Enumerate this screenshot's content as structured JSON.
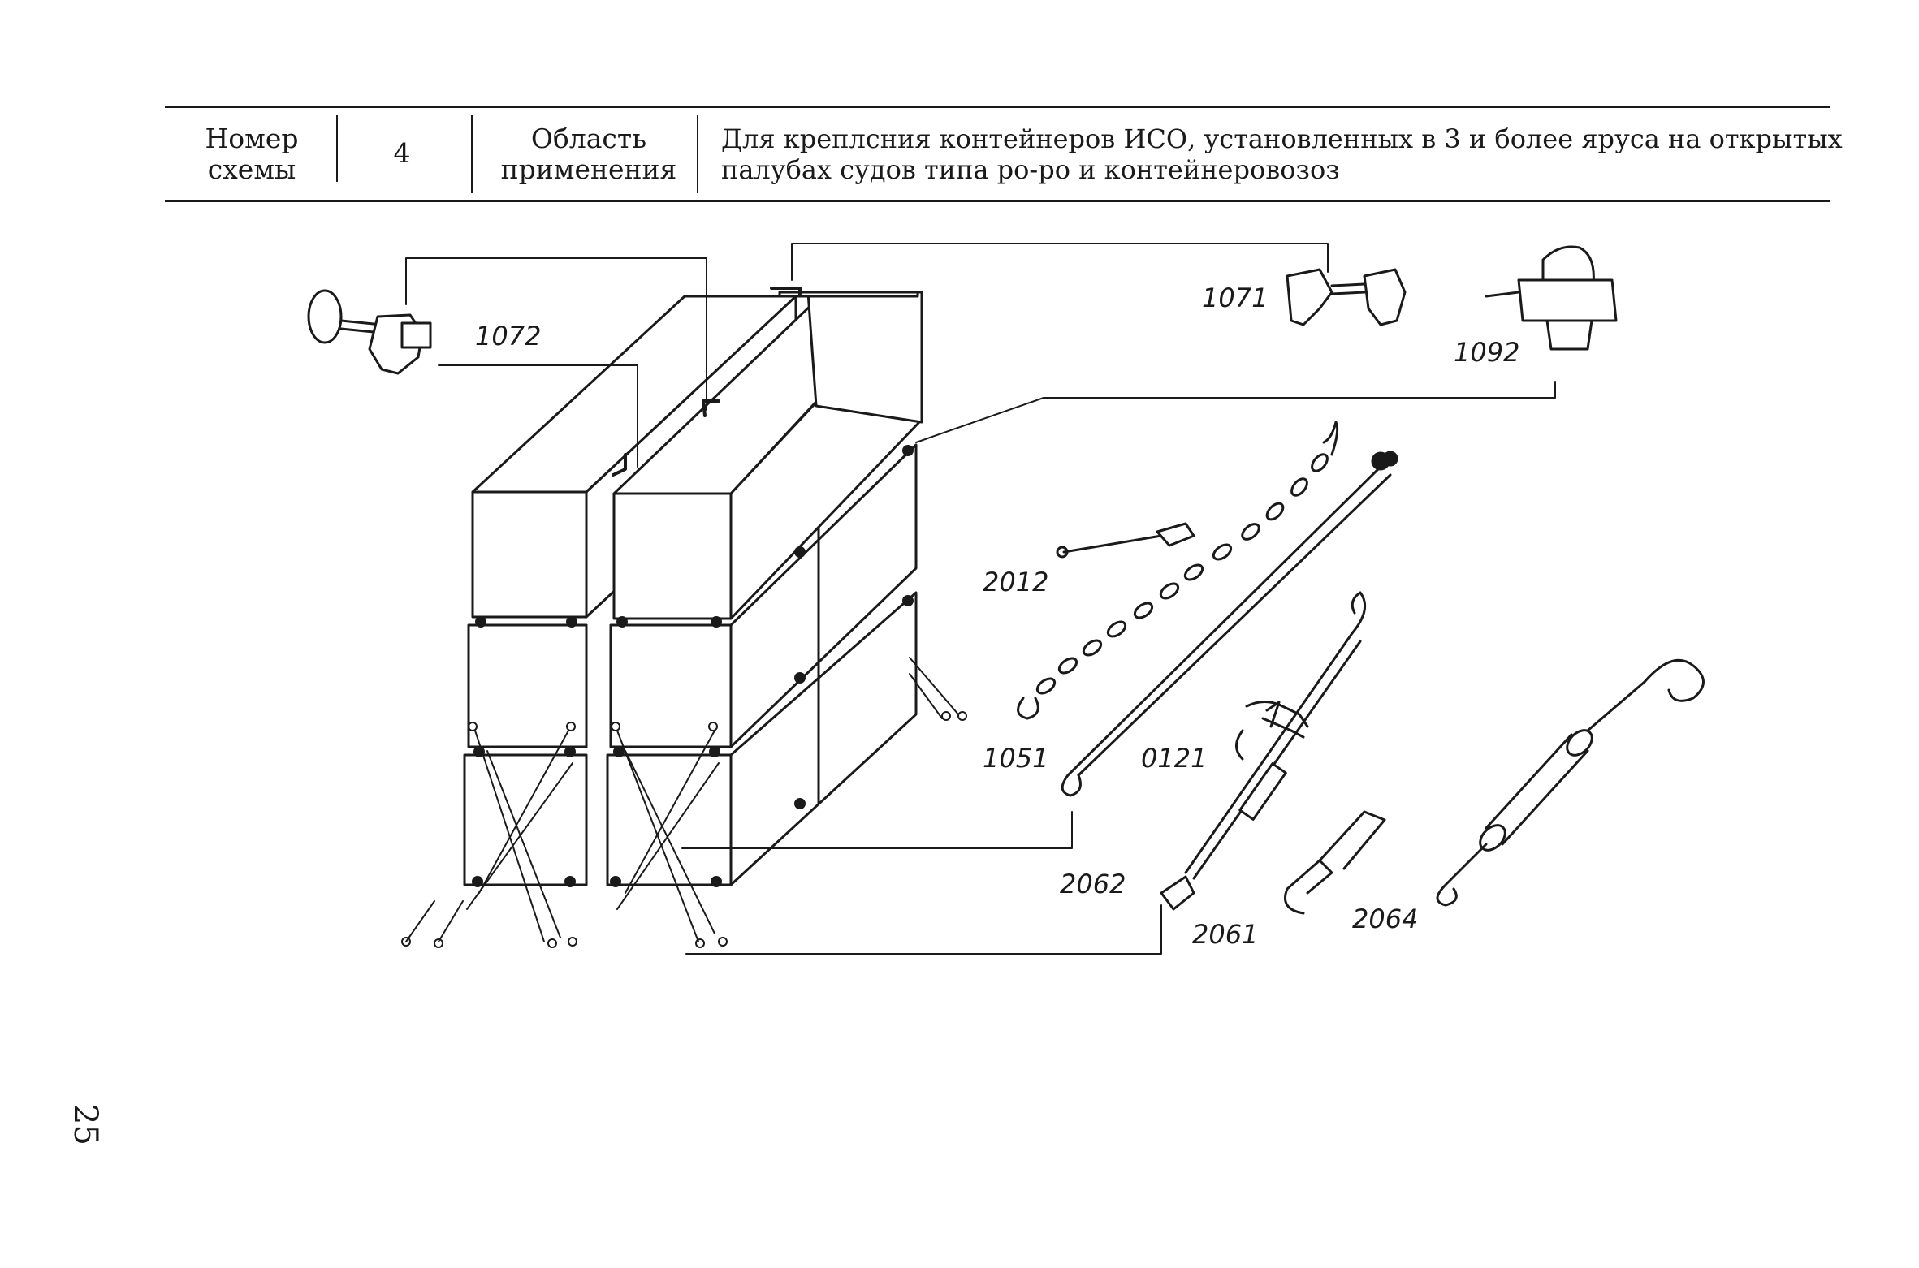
{
  "header": {
    "scheme_label_line1": "Номер",
    "scheme_label_line2": "схемы",
    "scheme_number": "4",
    "area_label_line1": "Область",
    "area_label_line2": "применения",
    "purpose_line1": "Для креплсния контейнеров ИСО,  установленных в 3 и более яруса на открытых",
    "purpose_line2": "палубах судов типа ро-ро и контейнеровозоз"
  },
  "parts": {
    "p1072": "1072",
    "p1071": "1071",
    "p1092": "1092",
    "p2012": "2012",
    "p1051": "1051",
    "p0121": "0121",
    "p2062": "2062",
    "p2061": "2061",
    "p2064": "2064"
  },
  "page_number": "25"
}
